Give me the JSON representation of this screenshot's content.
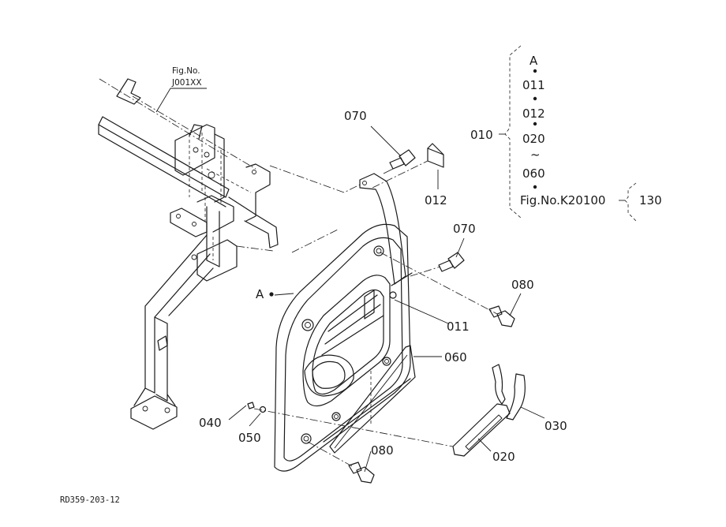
{
  "drawing_code": "RD359-203-12",
  "figure_ref": {
    "prefix": "Fig.No.",
    "number": "J001XX"
  },
  "callouts": [
    {
      "id": "070a",
      "text": "070"
    },
    {
      "id": "012",
      "text": "012"
    },
    {
      "id": "070b",
      "text": "070"
    },
    {
      "id": "080a",
      "text": "080"
    },
    {
      "id": "011",
      "text": "011"
    },
    {
      "id": "060",
      "text": "060"
    },
    {
      "id": "A",
      "text": "A"
    },
    {
      "id": "040",
      "text": "040"
    },
    {
      "id": "050",
      "text": "050"
    },
    {
      "id": "080b",
      "text": "080"
    },
    {
      "id": "020",
      "text": "020"
    },
    {
      "id": "030",
      "text": "030"
    }
  ],
  "assembly_group": {
    "label": "010",
    "members": [
      "A",
      "011",
      "012",
      "020",
      "~",
      "060"
    ],
    "figure_link": "Fig.No.K20100",
    "linked_label": "130"
  }
}
